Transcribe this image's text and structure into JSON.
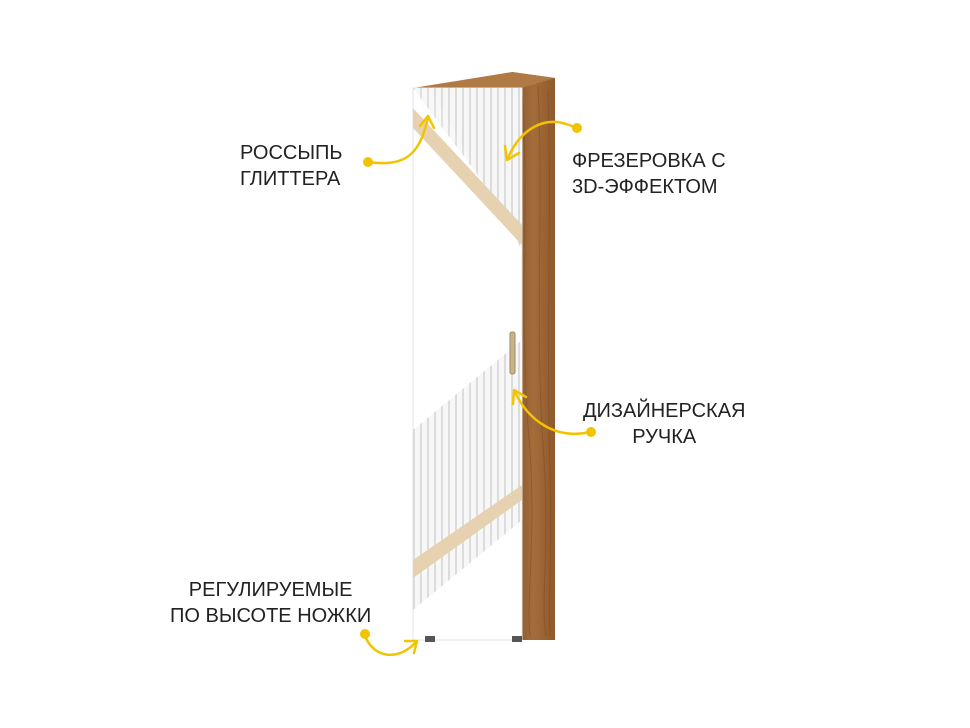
{
  "callouts": {
    "glitter": {
      "line1": "РОССЫПЬ",
      "line2": "ГЛИТТЕРА"
    },
    "milling": {
      "line1": "ФРЕЗЕРОВКА С",
      "line2": "3D-ЭФФЕКТОМ"
    },
    "handle": {
      "line1": "ДИЗАЙНЕРСКАЯ",
      "line2": "РУЧКА"
    },
    "legs": {
      "line1": "РЕГУЛИРУЕМЫЕ",
      "line2": "ПО ВЫСОТЕ НОЖКИ"
    }
  },
  "colors": {
    "accent": "#f2c400",
    "wood": "#9c6433",
    "front": "#ffffff",
    "glitter": "#e6d2b0",
    "text": "#222222"
  }
}
